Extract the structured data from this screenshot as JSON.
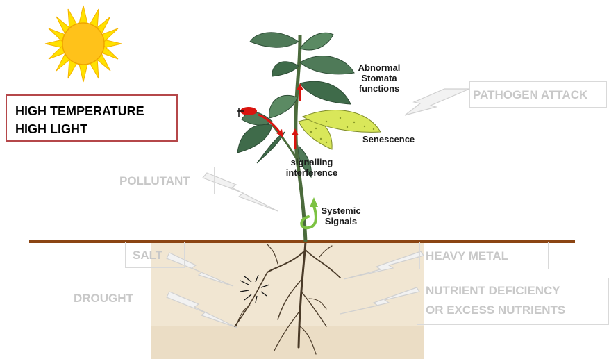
{
  "header": {
    "cropped_title": "[cropped red title text]"
  },
  "climate_box": {
    "line1": "HIGH TEMPERATURE",
    "line2": "HIGH LIGHT"
  },
  "stress_labels": {
    "pathogen": "PATHOGEN ATTACK",
    "pollutant": "POLLUTANT",
    "salt": "SALT",
    "heavy_metal": "HEAVY METAL",
    "drought": "DROUGHT",
    "nutrient_line1": "NUTRIENT DEFICIENCY",
    "nutrient_line2": "OR EXCESS NUTRIENTS"
  },
  "plant_labels": {
    "stomata_line1": "Abnormal",
    "stomata_line2": "Stomata",
    "stomata_line3": "functions",
    "senescence": "Senescence",
    "signalling_line1": "signalling",
    "signalling_line2": "interference",
    "systemic_line1": "Systemic",
    "systemic_line2": "Signals"
  },
  "colors": {
    "sun": "#ffc21a",
    "sun_rays": "#ffe100",
    "leaf": "#3f6b4a",
    "leaf_light": "#5b8a63",
    "senescent_leaf": "#d9e75a",
    "signal_arrow": "#d9140f",
    "systemic_arrow": "#7cc242",
    "ground_line": "#8b4513",
    "soil": "#f1e6d2",
    "box_border": "#b5474a"
  }
}
